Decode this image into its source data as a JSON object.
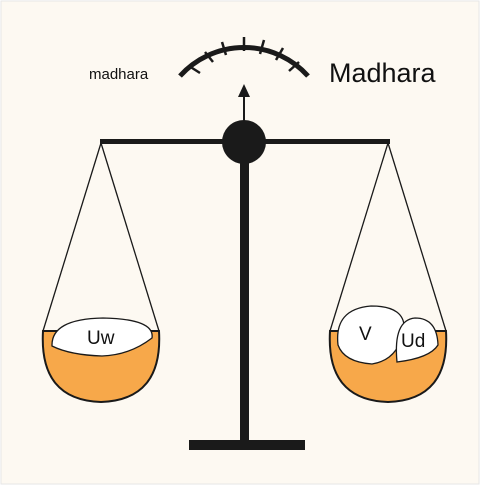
{
  "gauge": {
    "left_label": "madhara",
    "right_label": "Madhara"
  },
  "left_pan": {
    "item_label": "Uw"
  },
  "right_pan": {
    "item_v_label": "V",
    "item_ud_label": "Ud"
  },
  "colors": {
    "background": "#fdf9f2",
    "liquid": "#f7a84a",
    "ink": "#1a1a1a",
    "bubble": "#ffffff"
  }
}
